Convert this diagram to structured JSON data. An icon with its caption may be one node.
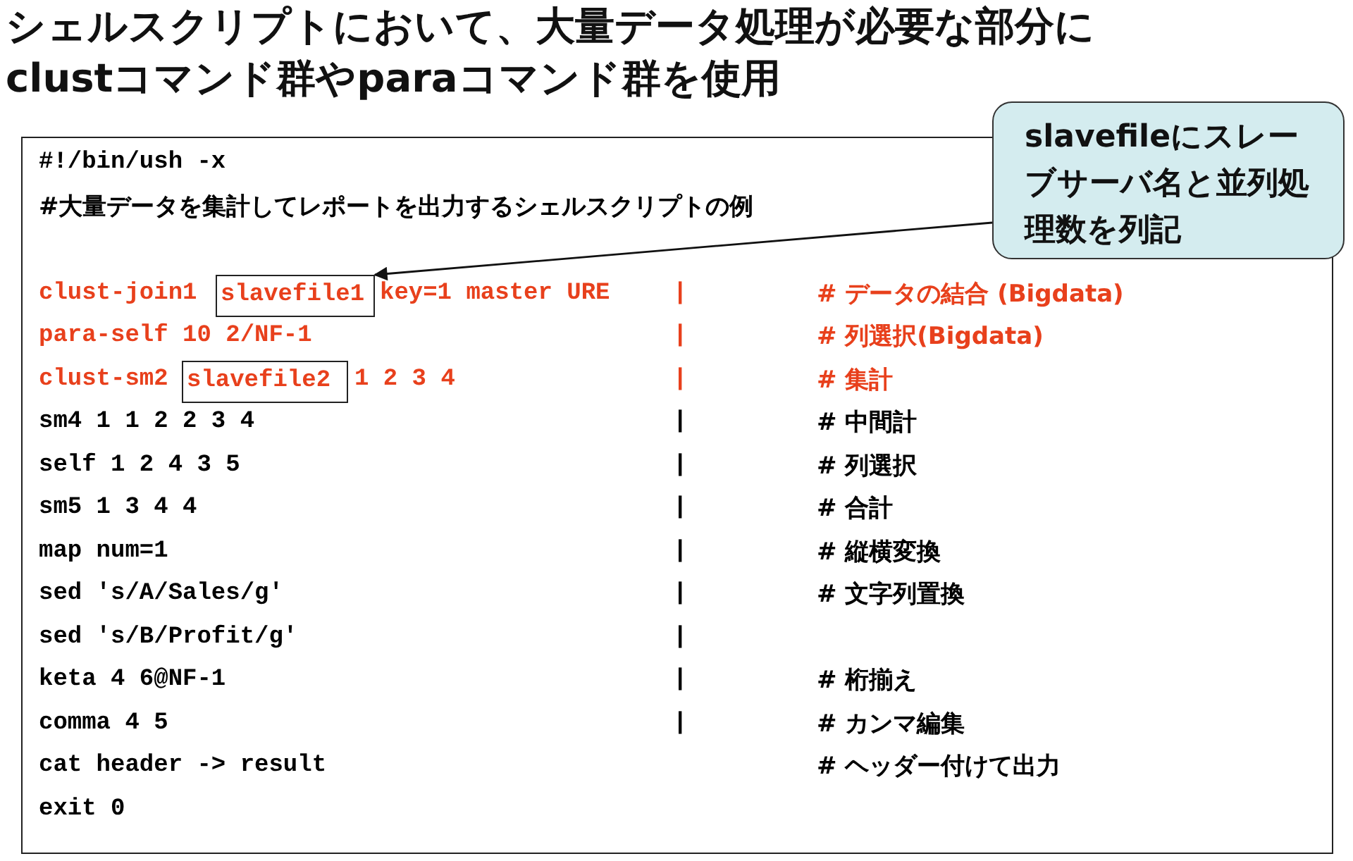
{
  "diagram": {
    "title": "シェルスクリプトにおいて、大量データ処理が必要な部分にclustコマンド群やparaコマンド群を使用",
    "nodes": [
      {
        "text": [],
        "shape": "box"
      },
      {
        "text": [
          "slavefileにスレーブサーバ名と並列処理数を列記"
        ]
      },
      {
        "text": [
          "slavefile1"
        ],
        "in": 0
      },
      {
        "text": [
          "slavefile2"
        ],
        "in": 0
      }
    ],
    "edges": [
      {
        "from": 1,
        "to": 2,
        "arrow": "to"
      }
    ],
    "labels": [
      "#!/bin/ush -x",
      "#大量データを集計してレポートを出力するシェルスクリプトの例",
      "clust-join1",
      "key=1 master URE",
      "|",
      "# データの結合 (Bigdata)",
      "para-self 10 2/NF-1",
      "|",
      "# 列選択(Bigdata)",
      "clust-sm2",
      "1 2 3 4",
      "|",
      "# 集計",
      "sm4 1 1 2 2 3 4",
      "|",
      "# 中間計",
      "self 1 2 4 3 5",
      "|",
      "# 列選択",
      "sm5 1 3 4 4",
      "|",
      "# 合計",
      "map num=1",
      "|",
      "# 縦横変換",
      "sed 's/A/Sales/g'",
      "|",
      "# 文字列置換",
      "sed 's/B/Profit/g'",
      "|",
      "keta 4 6@NF-1",
      "|",
      "# 桁揃え",
      "comma 4 5",
      "|",
      "# カンマ編集",
      "cat header -> result",
      "# ヘッダー付けて出力",
      "exit 0"
    ]
  }
}
